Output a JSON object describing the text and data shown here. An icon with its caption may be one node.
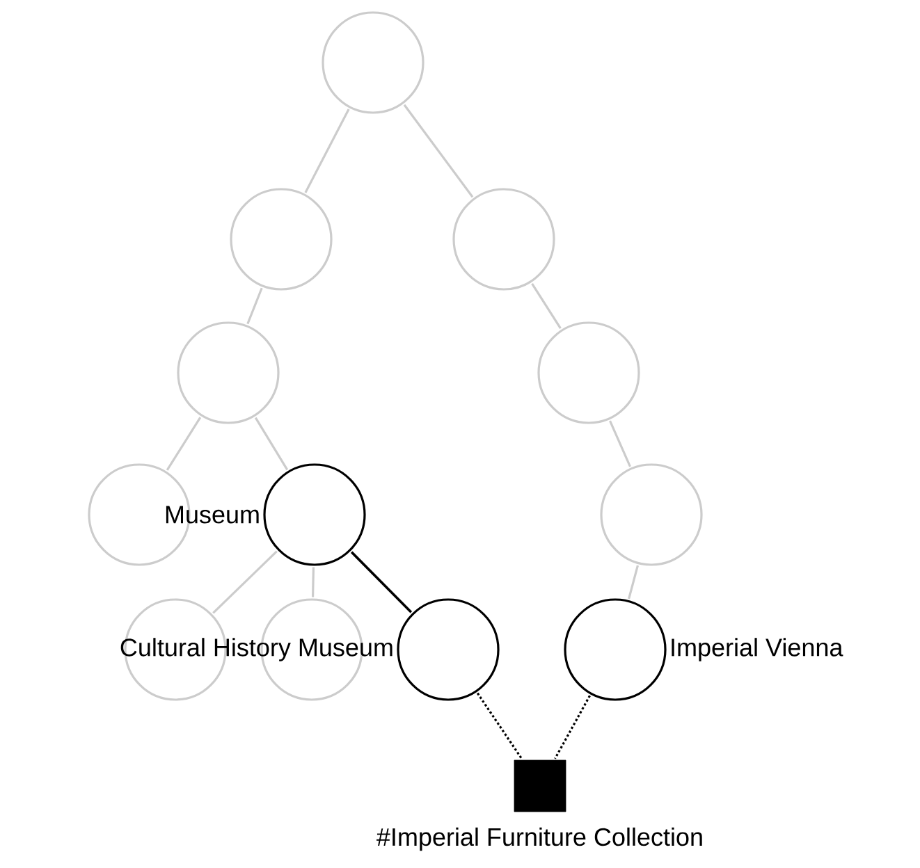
{
  "diagram": {
    "nodes": [
      {
        "text": [],
        "shape": "circle"
      },
      {
        "text": [],
        "shape": "circle"
      },
      {
        "text": [],
        "shape": "circle"
      },
      {
        "text": [],
        "shape": "circle"
      },
      {
        "text": [],
        "shape": "circle"
      },
      {
        "text": [],
        "shape": "circle"
      },
      {
        "text": [],
        "shape": "circle",
        "beside": [
          "Museum"
        ]
      },
      {
        "text": [],
        "shape": "circle"
      },
      {
        "text": [],
        "shape": "circle"
      },
      {
        "text": [],
        "shape": "circle"
      },
      {
        "text": [],
        "shape": "circle",
        "beside": [
          "Cultural History Museum"
        ]
      },
      {
        "text": [],
        "shape": "circle",
        "beside": [
          "Imperial Vienna"
        ]
      },
      {
        "text": [],
        "shape": "box",
        "beside": [
          "#Imperial Furniture Collection"
        ]
      }
    ],
    "edges": [
      {
        "from": 0,
        "to": 1,
        "arrow": "none"
      },
      {
        "from": 0,
        "to": 2,
        "arrow": "none"
      },
      {
        "from": 1,
        "to": 3,
        "arrow": "none"
      },
      {
        "from": 2,
        "to": 4,
        "arrow": "none"
      },
      {
        "from": 3,
        "to": 5,
        "arrow": "none"
      },
      {
        "from": 3,
        "to": 6,
        "arrow": "none"
      },
      {
        "from": 4,
        "to": 7,
        "arrow": "none"
      },
      {
        "from": 6,
        "to": 8,
        "arrow": "none"
      },
      {
        "from": 6,
        "to": 9,
        "arrow": "none"
      },
      {
        "from": 6,
        "to": 10,
        "arrow": "none",
        "color": "#000000"
      },
      {
        "from": 7,
        "to": 11,
        "arrow": "none"
      },
      {
        "from": 10,
        "to": 12,
        "arrow": "none",
        "style": "dashed",
        "color": "#000000"
      },
      {
        "from": 11,
        "to": 12,
        "arrow": "none",
        "style": "dashed",
        "color": "#000000"
      }
    ]
  }
}
